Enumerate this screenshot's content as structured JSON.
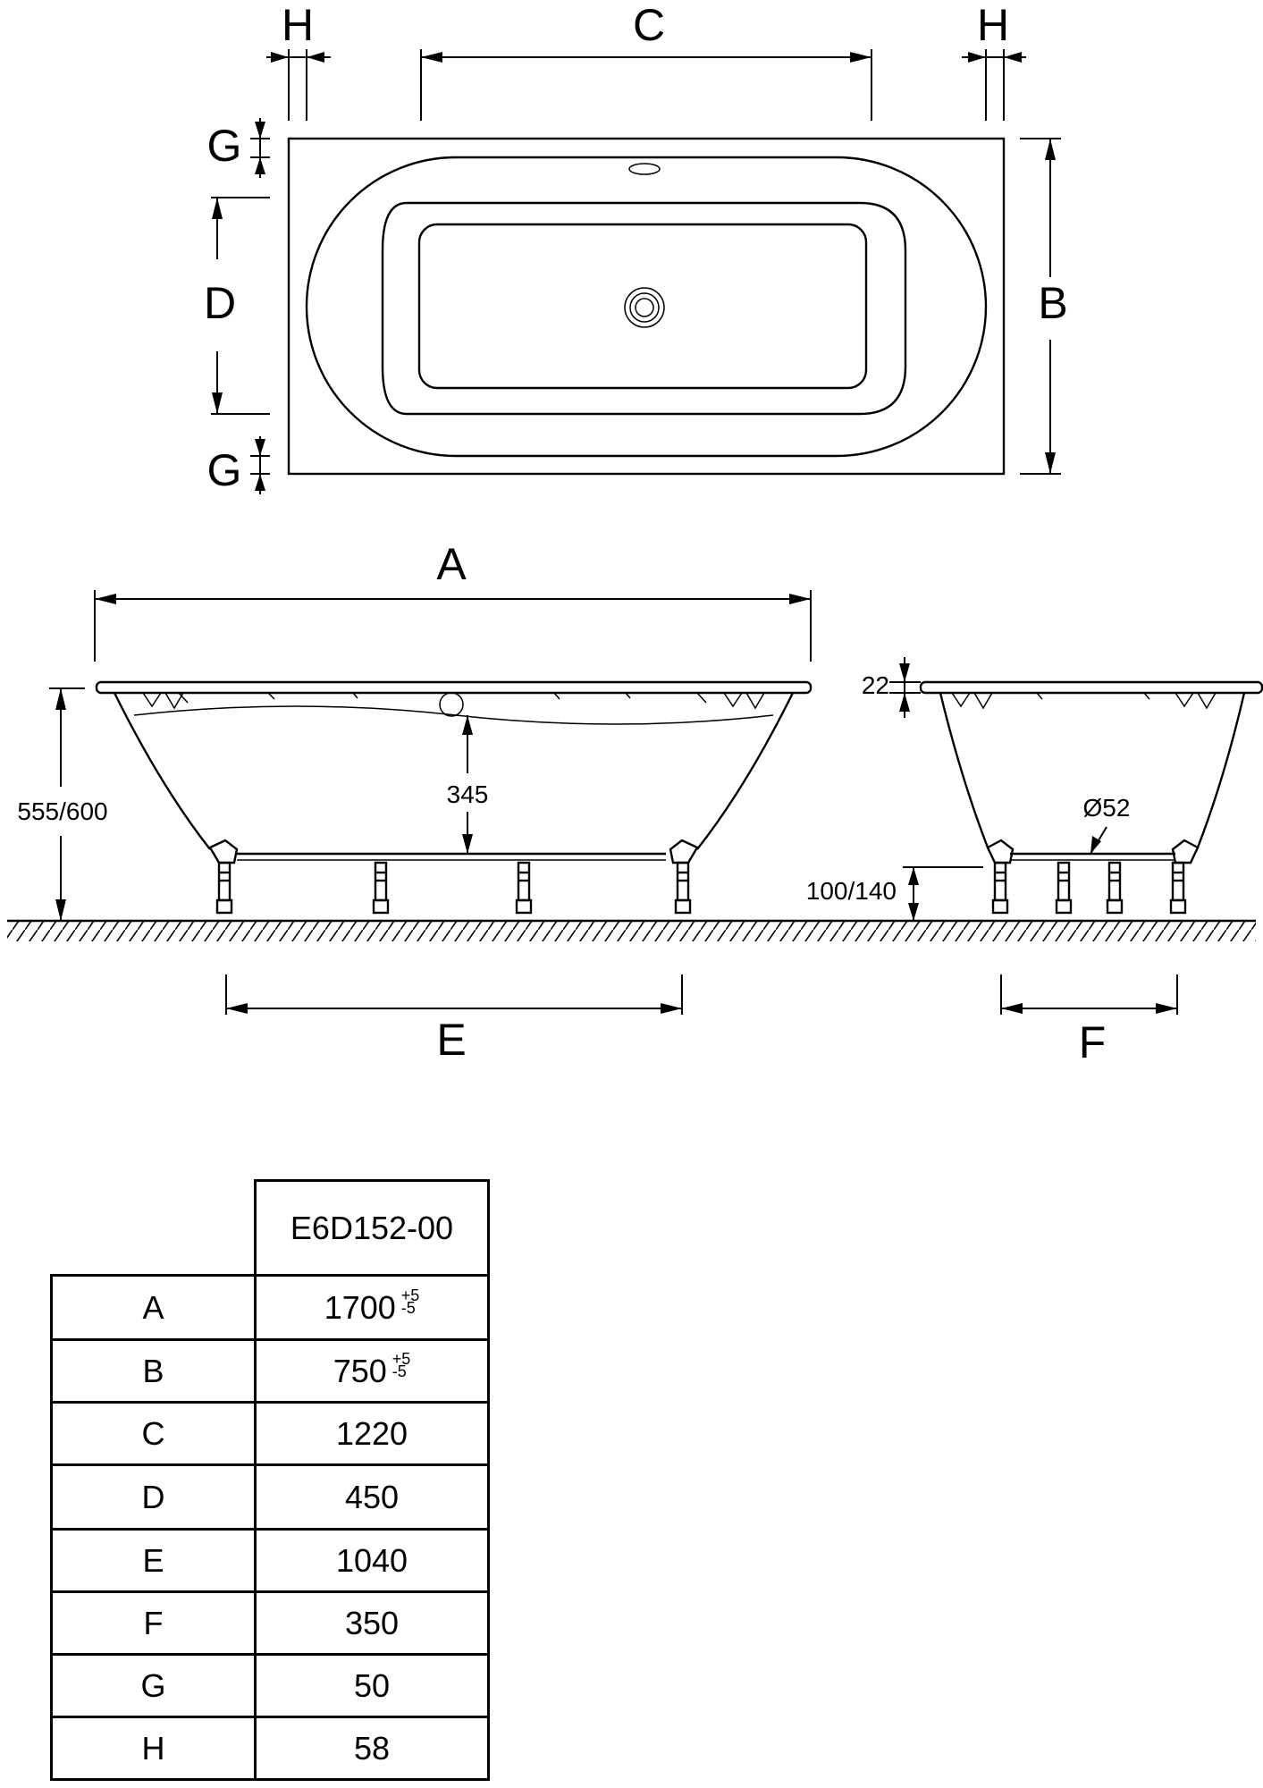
{
  "labels": {
    "A": "A",
    "B": "B",
    "C": "C",
    "D": "D",
    "E": "E",
    "F": "F",
    "G_top": "G",
    "G_bottom": "G",
    "H_left": "H",
    "H_right": "H"
  },
  "side_view": {
    "height": "555/600",
    "depth": "345"
  },
  "end_view": {
    "rim": "22",
    "drain": "Ø52",
    "leg_height": "100/140"
  },
  "table": {
    "model": "E6D152-00",
    "rows": [
      {
        "key": "A",
        "value": "1700",
        "tol_plus": "+5",
        "tol_minus": "-5"
      },
      {
        "key": "B",
        "value": "750",
        "tol_plus": "+5",
        "tol_minus": "-5"
      },
      {
        "key": "C",
        "value": "1220"
      },
      {
        "key": "D",
        "value": "450"
      },
      {
        "key": "E",
        "value": "1040"
      },
      {
        "key": "F",
        "value": "350"
      },
      {
        "key": "G",
        "value": "50"
      },
      {
        "key": "H",
        "value": "58"
      }
    ]
  }
}
